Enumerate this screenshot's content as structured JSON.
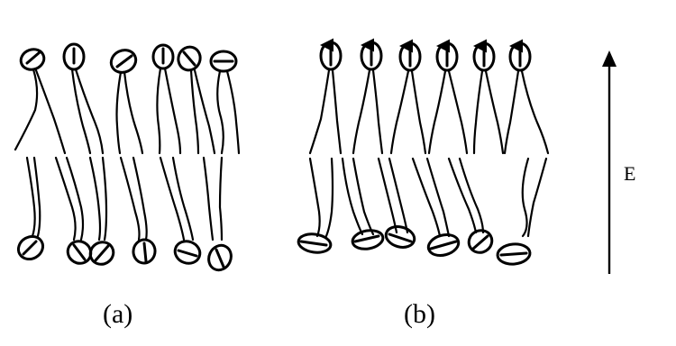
{
  "figure": {
    "panel_a_label": "(a)",
    "panel_b_label": "(b)",
    "field_label": "E"
  },
  "colors": {
    "ink": "#000000",
    "background": "#ffffff"
  }
}
